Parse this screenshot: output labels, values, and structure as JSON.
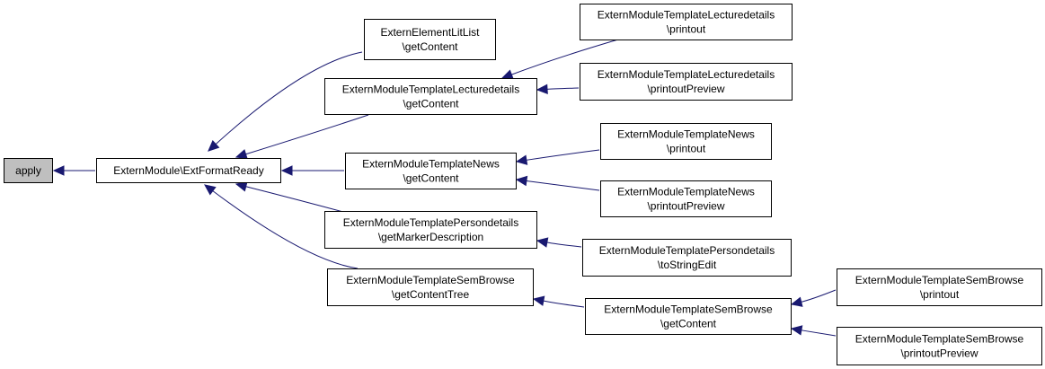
{
  "graph": {
    "edge_color": "#191970",
    "root_fill": "#bfbfbf",
    "nodes": [
      {
        "id": "apply",
        "lines": [
          "apply"
        ],
        "root": true
      },
      {
        "id": "extformat",
        "lines": [
          "ExternModule\\ExtFormatReady"
        ]
      },
      {
        "id": "elemlit",
        "lines": [
          "ExternElementLitList",
          "\\getContent"
        ]
      },
      {
        "id": "lecture",
        "lines": [
          "ExternModuleTemplateLecturedetails",
          "\\getContent"
        ]
      },
      {
        "id": "news",
        "lines": [
          "ExternModuleTemplateNews",
          "\\getContent"
        ]
      },
      {
        "id": "persondet",
        "lines": [
          "ExternModuleTemplatePersondetails",
          "\\getMarkerDescription"
        ]
      },
      {
        "id": "sembrowse_tree",
        "lines": [
          "ExternModuleTemplateSemBrowse",
          "\\getContentTree"
        ]
      },
      {
        "id": "lecture_print",
        "lines": [
          "ExternModuleTemplateLecturedetails",
          "\\printout"
        ]
      },
      {
        "id": "lecture_preview",
        "lines": [
          "ExternModuleTemplateLecturedetails",
          "\\printoutPreview"
        ]
      },
      {
        "id": "news_print",
        "lines": [
          "ExternModuleTemplateNews",
          "\\printout"
        ]
      },
      {
        "id": "news_preview",
        "lines": [
          "ExternModuleTemplateNews",
          "\\printoutPreview"
        ]
      },
      {
        "id": "person_tostring",
        "lines": [
          "ExternModuleTemplatePersondetails",
          "\\toStringEdit"
        ]
      },
      {
        "id": "sembrowse_content",
        "lines": [
          "ExternModuleTemplateSemBrowse",
          "\\getContent"
        ]
      },
      {
        "id": "sembrowse_print",
        "lines": [
          "ExternModuleTemplateSemBrowse",
          "\\printout"
        ]
      },
      {
        "id": "sembrowse_preview",
        "lines": [
          "ExternModuleTemplateSemBrowse",
          "\\printoutPreview"
        ]
      }
    ],
    "edges": [
      {
        "from": "extformat",
        "to": "apply"
      },
      {
        "from": "elemlit",
        "to": "extformat"
      },
      {
        "from": "lecture",
        "to": "extformat"
      },
      {
        "from": "news",
        "to": "extformat"
      },
      {
        "from": "persondet",
        "to": "extformat"
      },
      {
        "from": "sembrowse_tree",
        "to": "extformat"
      },
      {
        "from": "lecture_print",
        "to": "lecture"
      },
      {
        "from": "lecture_preview",
        "to": "lecture"
      },
      {
        "from": "news_print",
        "to": "news"
      },
      {
        "from": "news_preview",
        "to": "news"
      },
      {
        "from": "person_tostring",
        "to": "persondet"
      },
      {
        "from": "sembrowse_content",
        "to": "sembrowse_tree"
      },
      {
        "from": "sembrowse_print",
        "to": "sembrowse_content"
      },
      {
        "from": "sembrowse_preview",
        "to": "sembrowse_content"
      }
    ]
  }
}
